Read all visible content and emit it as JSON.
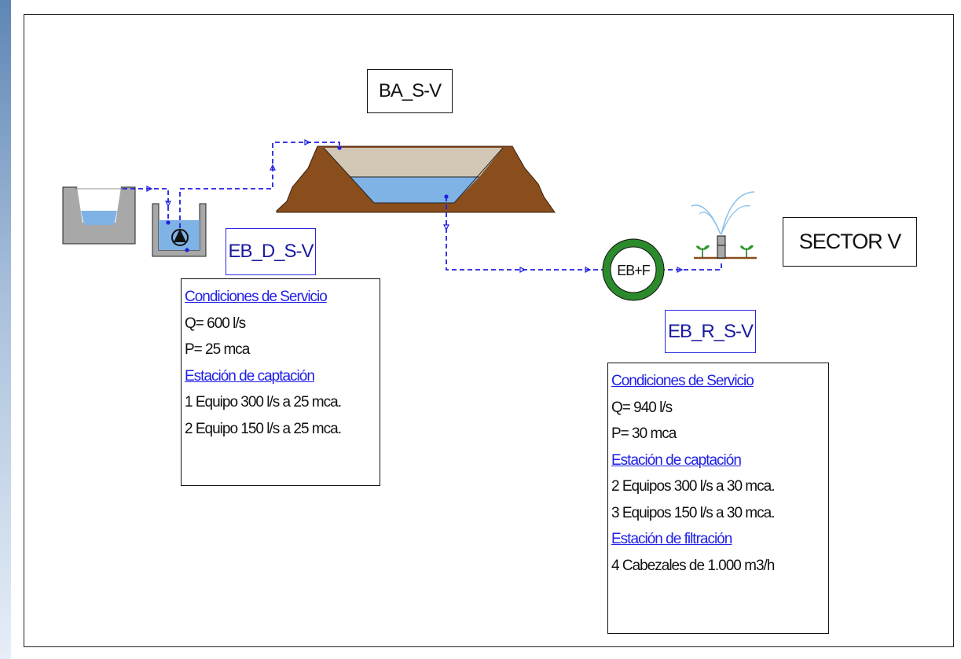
{
  "labels": {
    "basin": "BA_S-V",
    "sector": "SECTOR V",
    "station_d": "EB_D_S-V",
    "station_r": "EB_R_S-V",
    "eb_f": "EB+F"
  },
  "left_panel": {
    "lines": [
      {
        "text": "Condiciones de Servicio",
        "heading": true
      },
      {
        "text": "Q= 600 l/s",
        "heading": false
      },
      {
        "text": "P=  25 mca",
        "heading": false
      },
      {
        "text": "Estación de captación",
        "heading": true
      },
      {
        "text": "1 Equipo  300 l/s a 25 mca.",
        "heading": false
      },
      {
        "text": "2 Equipo  150 l/s a 25 mca.",
        "heading": false
      }
    ]
  },
  "right_panel": {
    "lines": [
      {
        "text": "Condiciones de Servicio",
        "heading": true
      },
      {
        "text": "Q= 940 l/s",
        "heading": false
      },
      {
        "text": "P= 30 mca",
        "heading": false
      },
      {
        "text": "Estación de captación",
        "heading": true
      },
      {
        "text": "2 Equipos  300 l/s a 30 mca.",
        "heading": false
      },
      {
        "text": "3 Equipos 150 l/s a 30 mca.",
        "heading": false
      },
      {
        "text": "Estación de filtración",
        "heading": true
      },
      {
        "text": "4 Cabezales de 1.000 m3/h",
        "heading": false
      }
    ]
  },
  "colors": {
    "pipe": "#2020e0",
    "water": "#7fb2e5",
    "earth": "#8a4e1d",
    "basin_sand": "#d2c6b4",
    "tank_gray": "#a8a8a8",
    "ring_green": "#2b8a2b",
    "heading_blue": "#1f1fe6"
  }
}
